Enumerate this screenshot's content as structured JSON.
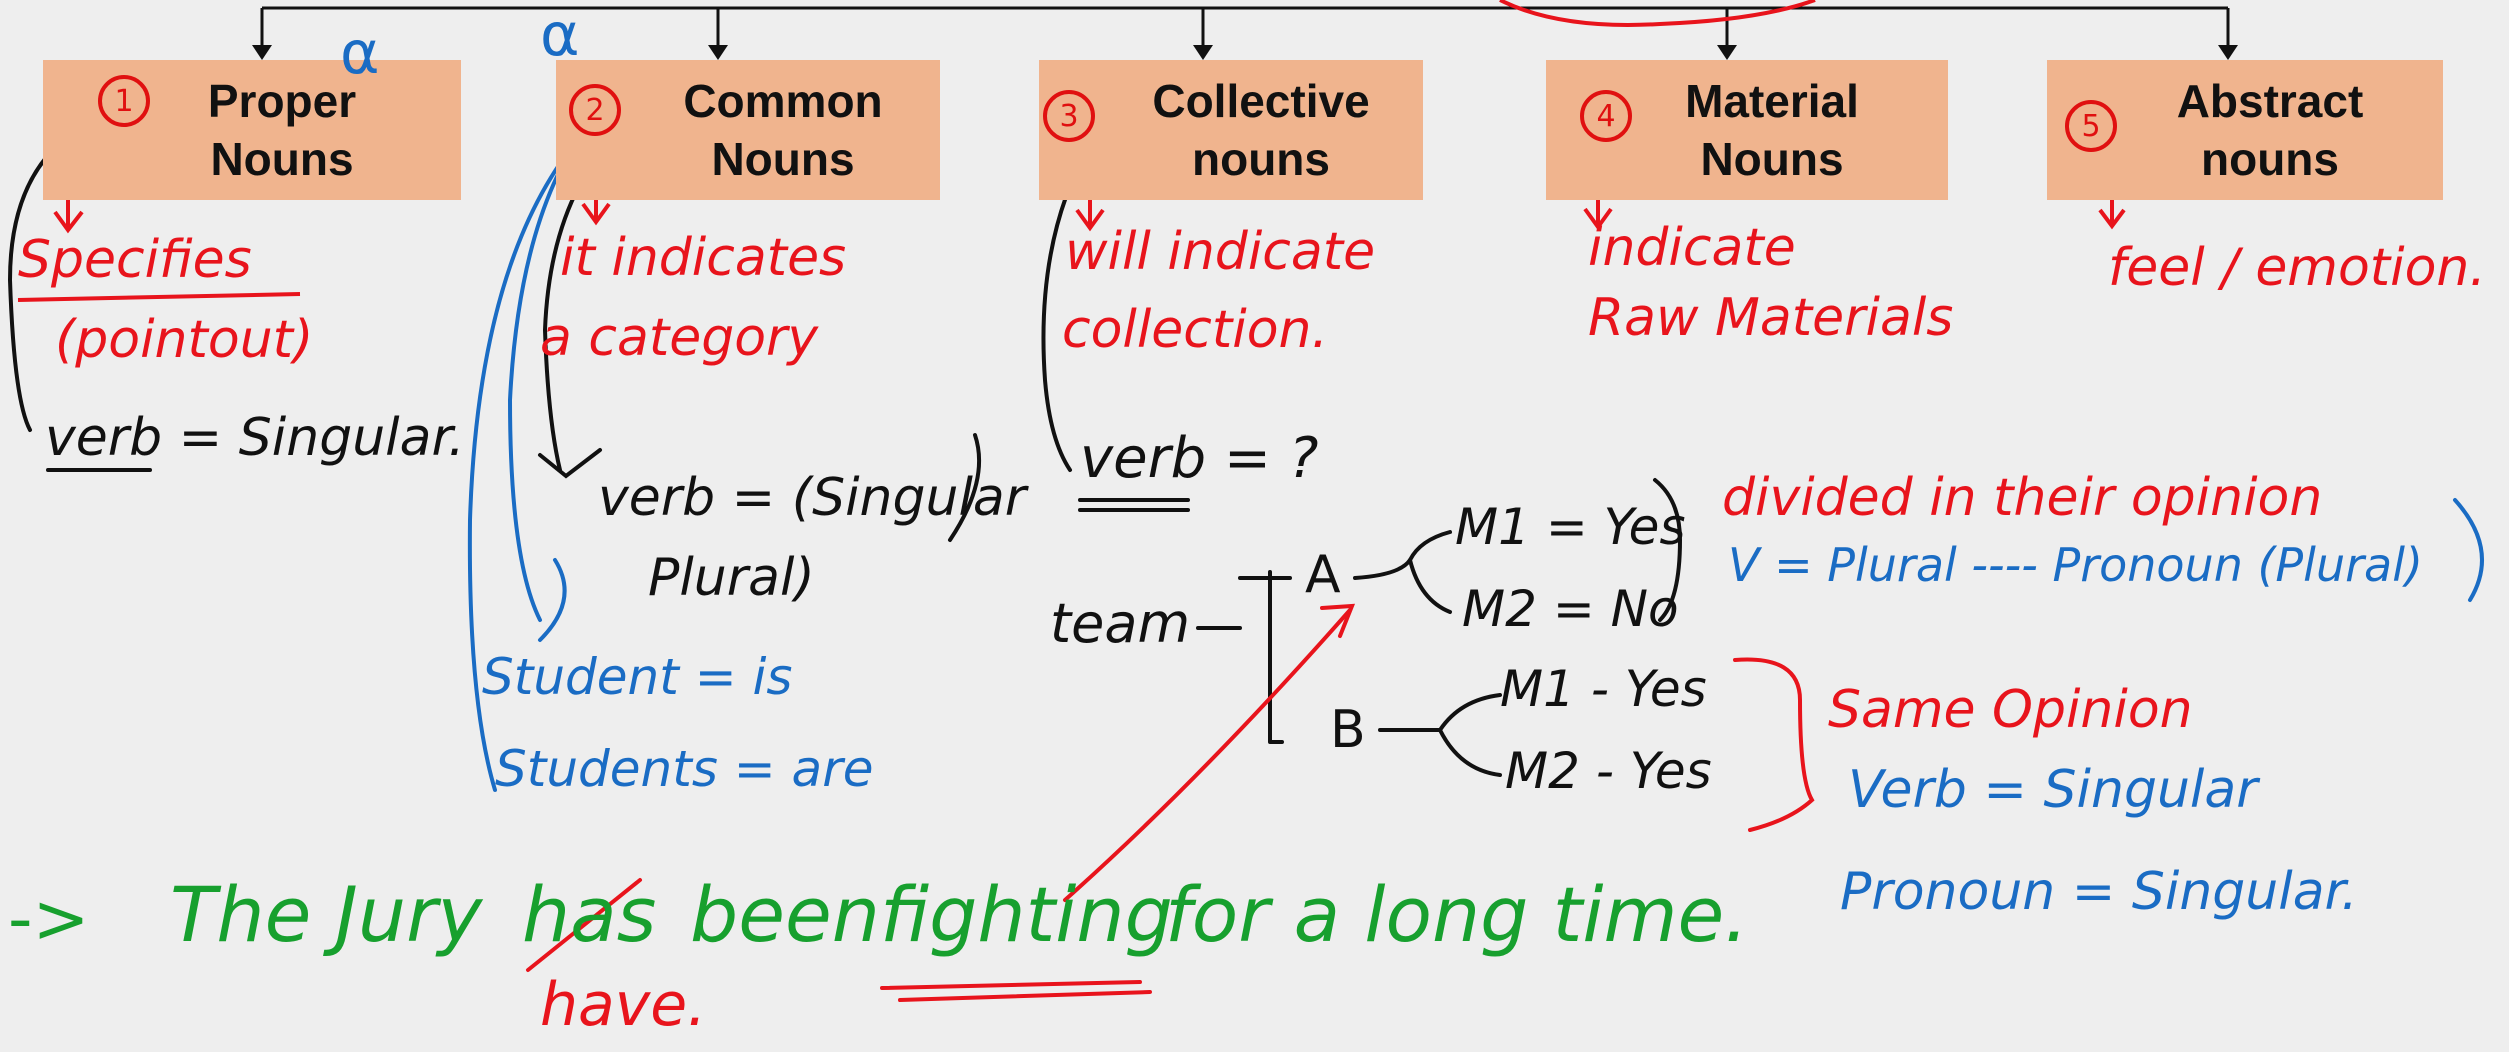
{
  "noun_types": [
    {
      "num": "1",
      "title": "Proper\nNouns"
    },
    {
      "num": "2",
      "title": "Common\nNouns"
    },
    {
      "num": "3",
      "title": "Collective\nnouns"
    },
    {
      "num": "4",
      "title": "Material\nNouns"
    },
    {
      "num": "5",
      "title": "Abstract\nnouns"
    }
  ],
  "marks": {
    "alpha": "α"
  },
  "proper": {
    "note1": "Specifies",
    "note2": "(pointout)",
    "verb": "verb = Singular."
  },
  "common": {
    "note1": "it indicates",
    "note2": "a category",
    "verb1": "verb = (Singular",
    "verb2": "Plural)",
    "ex1": "Student = is",
    "ex2": "Students = are"
  },
  "collective": {
    "note1": "will indicate",
    "note2": "collection.",
    "verb": "verb = ?",
    "team": "team",
    "group_a": "A",
    "group_b": "B",
    "a_m1": "M1 = Yes",
    "a_m2": "M2 = No",
    "b_m1": "M1 - Yes",
    "b_m2": "M2 - Yes",
    "divided": "divided in their opinion",
    "divided_rule": "V = Plural ---- Pronoun (Plural)",
    "same": "Same Opinion",
    "same_verb": "Verb = Singular",
    "same_pronoun": "Pronoun = Singular."
  },
  "material": {
    "note1": "indicate",
    "note2": "Raw Materials"
  },
  "abstract": {
    "note": "feel / emotion."
  },
  "example": {
    "arrow": "->",
    "part1": "The Jury",
    "struck": "has",
    "part2": "been",
    "word": "fighting",
    "part3": "for a long time.",
    "correction": "have."
  }
}
